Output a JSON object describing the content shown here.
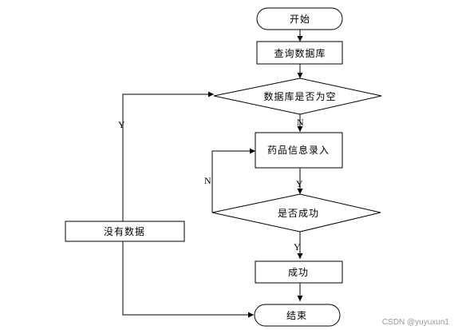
{
  "diagram": {
    "nodes": {
      "start": "开始",
      "query_db": "查询数据库",
      "db_empty": "数据库是否为空",
      "drug_entry": "药品信息录入",
      "entry_success": "是否成功",
      "no_data": "没有数据",
      "success": "成功",
      "end": "结束"
    },
    "edge_labels": {
      "db_empty_yes": "Y",
      "db_empty_no": "N",
      "entry_to_check": "Y",
      "entry_fail": "N",
      "entry_success_yes": "Y"
    }
  },
  "watermark": "CSDN @yuyuxun1"
}
